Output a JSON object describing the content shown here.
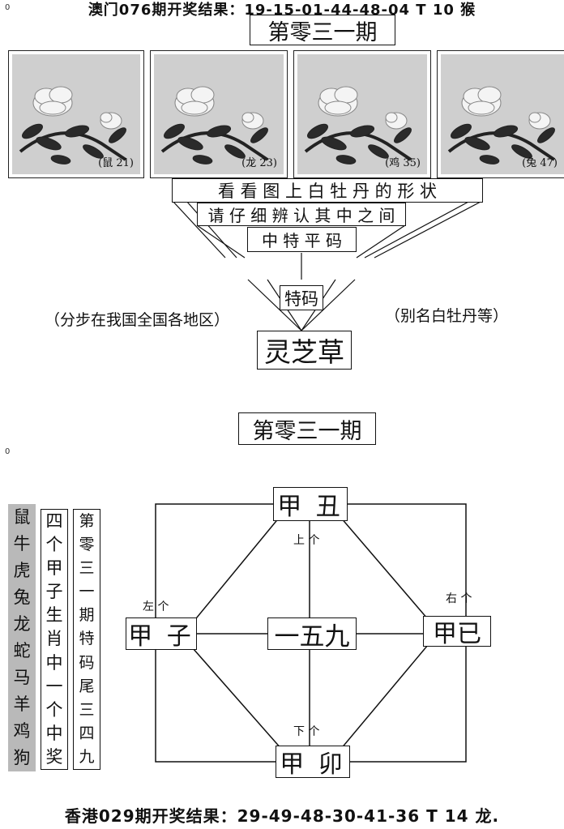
{
  "header": {
    "result_line": "澳门076期开奖结果：19-15-01-44-48-04 T 10 猴",
    "corner_mark_top": "0",
    "corner_mark_mid": "0"
  },
  "issue_title": "第零三一期",
  "panels": [
    {
      "label": "(鼠 21)"
    },
    {
      "label": "(龙 23)"
    },
    {
      "label": "(鸡 35)"
    },
    {
      "label": "(兔 47)"
    }
  ],
  "funnel": {
    "line1": "看 看 图 上 白 牡 丹 的 形 状",
    "line2": "请 仔 细 辨 认 其 中 之 间",
    "line3": "中 特 平 码",
    "tema": "特码",
    "left_note": "（分步在我国全国各地区）",
    "right_note": "（别名白牡丹等）",
    "answer": "灵芝草"
  },
  "second": {
    "issue_title": "第零三一期",
    "zodiac_column": [
      "鼠",
      "牛",
      "虎",
      "兔",
      "龙",
      "蛇",
      "马",
      "羊",
      "鸡",
      "狗"
    ],
    "hint_column": [
      "四",
      "个",
      "甲",
      "子",
      "生",
      "肖",
      "中",
      "一",
      "个",
      "中",
      "奖"
    ],
    "tail_column": [
      "第",
      "零",
      "三",
      "一",
      "期",
      "特",
      "码",
      "尾",
      "三",
      "四",
      "九"
    ],
    "nodes": {
      "top": "甲 丑",
      "left": "甲 子",
      "right": "甲已",
      "bottom": "甲 卯",
      "center": "一五九"
    },
    "notes": {
      "top": "上 个",
      "left": "左 个",
      "right": "右 个",
      "bottom": "下 个"
    }
  },
  "footer": {
    "result_line": "香港029期开奖结果：29-49-48-30-41-36 T 14 龙."
  }
}
